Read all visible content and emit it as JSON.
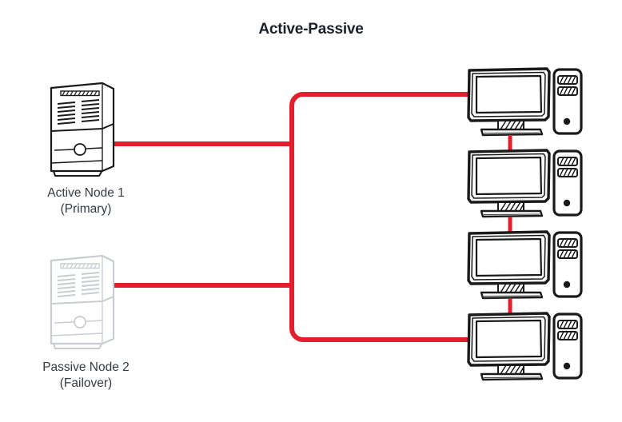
{
  "diagram": {
    "title": "Active-Passive",
    "type": "network-topology",
    "background_color": "#ffffff",
    "link_color": "#e31e2d",
    "active_stroke_color": "#1a1a1a",
    "passive_stroke_color": "#c9ccd1",
    "title_color": "#1b1f2a",
    "label_color": "#333a44"
  },
  "nodes": {
    "active": {
      "label_line1": "Active Node 1",
      "label_line2": "(Primary)",
      "icon": "server-tower-icon",
      "state": "active"
    },
    "passive": {
      "label_line1": "Passive Node 2",
      "label_line2": "(Failover)",
      "icon": "server-tower-icon",
      "state": "passive"
    }
  },
  "clients": [
    {
      "icon": "desktop-monitor-icon",
      "tower_icon": "pc-tower-icon",
      "index": 1
    },
    {
      "icon": "desktop-monitor-icon",
      "tower_icon": "pc-tower-icon",
      "index": 2
    },
    {
      "icon": "desktop-monitor-icon",
      "tower_icon": "pc-tower-icon",
      "index": 3
    },
    {
      "icon": "desktop-monitor-icon",
      "tower_icon": "pc-tower-icon",
      "index": 4
    }
  ],
  "links": [
    {
      "from": "active",
      "to": "bus",
      "color": "#e31e2d"
    },
    {
      "from": "passive",
      "to": "bus",
      "color": "#e31e2d"
    },
    {
      "from": "bus",
      "to": "client-1",
      "color": "#e31e2d"
    },
    {
      "from": "bus",
      "to": "client-4",
      "color": "#e31e2d"
    },
    {
      "from": "client-1",
      "to": "client-2",
      "color": "#e31e2d"
    },
    {
      "from": "client-2",
      "to": "client-3",
      "color": "#e31e2d"
    },
    {
      "from": "client-3",
      "to": "client-4",
      "color": "#e31e2d"
    }
  ]
}
